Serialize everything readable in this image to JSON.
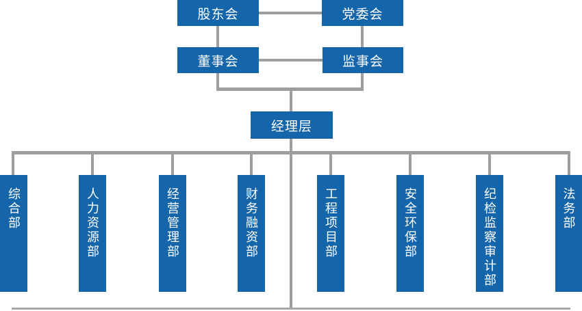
{
  "org_chart": {
    "colors": {
      "box_blue": "#1565ab",
      "connector_gray": "#9e9e9e",
      "bottom_line_gray": "#a6a6a6",
      "text_white": "#ffffff"
    },
    "top_level": {
      "shareholders_meeting": "股东会",
      "party_committee": "党委会"
    },
    "second_level": {
      "board_of_directors": "董事会",
      "supervisory_board": "监事会"
    },
    "management_level": "经理层",
    "departments": [
      {
        "label": "综合部"
      },
      {
        "label": "人力资源部"
      },
      {
        "label": "经营管理部"
      },
      {
        "label": "财务融资部"
      },
      {
        "label": "工程项目部"
      },
      {
        "label": "安全环保部"
      },
      {
        "label": "纪检监察审计部"
      },
      {
        "label": "法务部"
      }
    ]
  }
}
